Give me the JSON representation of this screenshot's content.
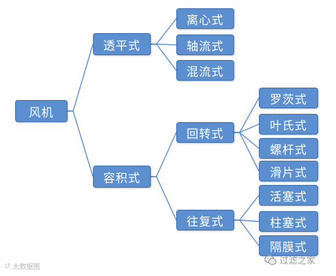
{
  "diagram": {
    "root": {
      "label": "风机"
    },
    "groups": [
      {
        "label": "透平式",
        "children": [
          {
            "label": "离心式"
          },
          {
            "label": "轴流式"
          },
          {
            "label": "混流式"
          }
        ]
      },
      {
        "label": "容积式",
        "children": [
          {
            "label": "回转式",
            "children": [
              {
                "label": "罗茨式"
              },
              {
                "label": "叶氏式"
              },
              {
                "label": "螺杆式"
              },
              {
                "label": "滑片式"
              }
            ]
          },
          {
            "label": "往复式",
            "children": [
              {
                "label": "活塞式"
              },
              {
                "label": "柱塞式"
              },
              {
                "label": "隔膜式"
              }
            ]
          }
        ]
      }
    ],
    "node_color": "#5b8fd0",
    "line_color": "#5b8fd0"
  },
  "watermark_left": {
    "text": "大数据图",
    "icon": "tuchong-logo-icon"
  },
  "watermark_right": {
    "text": "过滤之家",
    "icon": "wechat-icon"
  }
}
